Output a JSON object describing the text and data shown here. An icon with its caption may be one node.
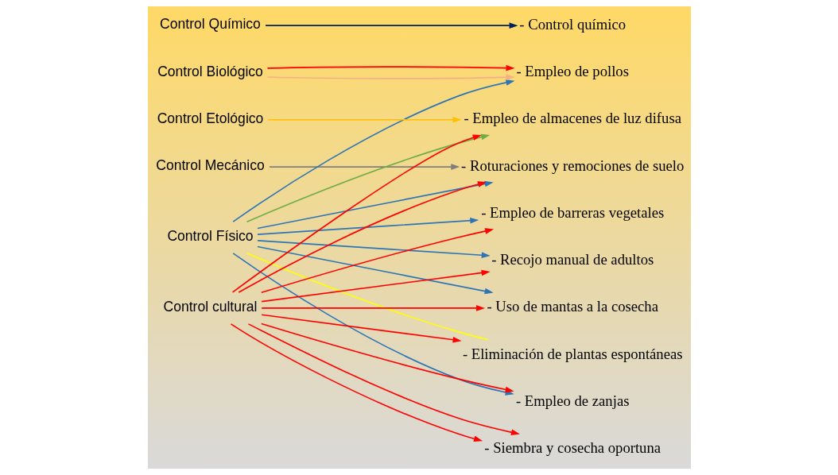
{
  "diagram": {
    "nodes": [
      {
        "text": [
          "Control Mecánico"
        ]
      },
      {
        "text": [
          "Control Físico"
        ]
      },
      {
        "text": [
          "Control Biológico"
        ]
      },
      {
        "text": [
          "Control Etológico"
        ]
      },
      {
        "text": [
          "Control Químico"
        ]
      },
      {
        "text": [
          "Control cultural"
        ]
      },
      {
        "text": [
          "- Empleo de pollos"
        ]
      },
      {
        "text": [
          "- Empleo de almacenes de luz difusa"
        ]
      },
      {
        "text": [
          "- Roturaciones y remociones de suelo"
        ]
      },
      {
        "text": [
          "- Eliminación de plantas espontáneas"
        ]
      },
      {
        "text": [
          "- Empleo de zanjas"
        ]
      },
      {
        "text": [
          "- Empleo de barreras vegetales"
        ]
      },
      {
        "text": [
          "- Recojo manual de adultos"
        ]
      },
      {
        "text": [
          "- Control químico"
        ]
      },
      {
        "text": [
          "- Uso de mantas a la cosecha"
        ]
      },
      {
        "text": [
          "- Siembra y cosecha oportuna"
        ]
      }
    ],
    "edges": [
      {
        "from": 0,
        "to": 8,
        "arrow": "to",
        "color": "#7f7f7f"
      },
      {
        "from": 1,
        "to": 6,
        "arrow": "to",
        "color": "#2e75b6"
      },
      {
        "from": 1,
        "to": 7,
        "arrow": "to",
        "color": "#70ad47"
      },
      {
        "from": 1,
        "to": 8,
        "arrow": "to",
        "color": "#2e75b6"
      },
      {
        "from": 1,
        "to": 9,
        "arrow": "none",
        "color": "#ffff00"
      },
      {
        "from": 1,
        "to": 10,
        "arrow": "to",
        "color": "#2e75b6"
      },
      {
        "from": 1,
        "to": 11,
        "arrow": "to",
        "color": "#2e75b6"
      },
      {
        "from": 1,
        "to": 12,
        "arrow": "to",
        "color": "#2e75b6"
      },
      {
        "from": 1,
        "to": 14,
        "arrow": "to",
        "color": "#2e75b6"
      },
      {
        "from": 2,
        "to": 6,
        "arrow": "to",
        "color": "#f4b183"
      },
      {
        "from": 2,
        "to": 6,
        "arrow": "to"
      },
      {
        "from": 3,
        "to": 7,
        "arrow": "to",
        "color": "#ffc000"
      },
      {
        "from": 4,
        "to": 13,
        "arrow": "to",
        "color": "#002060"
      },
      {
        "from": 5,
        "to": 7,
        "arrow": "to"
      },
      {
        "from": 5,
        "to": 8,
        "arrow": "to"
      },
      {
        "from": 5,
        "to": 9,
        "arrow": "to"
      },
      {
        "from": 5,
        "to": 10,
        "arrow": "to"
      },
      {
        "from": 5,
        "to": 11,
        "arrow": "to"
      },
      {
        "from": 5,
        "to": 12,
        "arrow": "to"
      },
      {
        "from": 5,
        "to": 14,
        "arrow": "to"
      },
      {
        "from": 5,
        "to": 15,
        "arrow": "to"
      },
      {
        "from": 5,
        "to": 15,
        "arrow": "to"
      }
    ]
  }
}
